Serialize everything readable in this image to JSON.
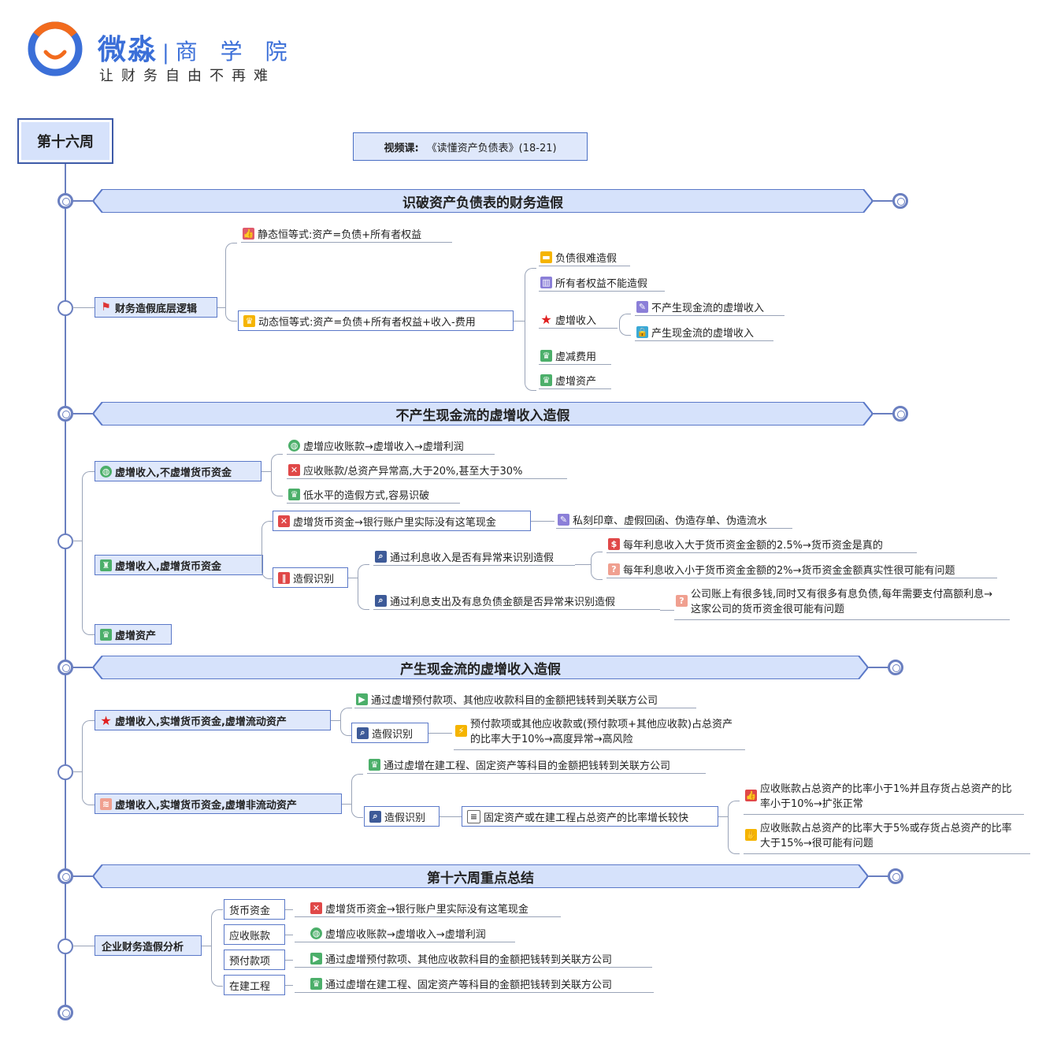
{
  "brand": {
    "name": "微淼",
    "sub": "商 学 院",
    "slogan": "让财务自由不再难",
    "colors": {
      "blue": "#3b6fd8",
      "orange": "#f26b1d"
    }
  },
  "week_title": "第十六周",
  "video": {
    "label": "视频课:",
    "title": "《读懂资产负债表》(18-21)"
  },
  "sections": [
    {
      "title": "识破资产负债表的财务造假"
    },
    {
      "title": "不产生现金流的虚增收入造假"
    },
    {
      "title": "产生现金流的虚增收入造假"
    },
    {
      "title": "第十六周重点总结"
    }
  ],
  "s1": {
    "root": "财务造假底层逻辑",
    "static_eq": "静态恒等式:资产=负债+所有者权益",
    "dynamic_eq": "动态恒等式:资产=负债+所有者权益+收入-费用",
    "liab": "负债很难造假",
    "equity": "所有者权益不能造假",
    "inflate_rev": "虚增收入",
    "no_cash": "不产生现金流的虚增收入",
    "with_cash": "产生现金流的虚增收入",
    "reduce_exp": "虚减费用",
    "inflate_asset": "虚增资产"
  },
  "s2": {
    "a_root": "虚增收入,不虚增货币资金",
    "a1": "虚增应收账款→虚增收入→虚增利润",
    "a2": "应收账款/总资产异常高,大于20%,甚至大于30%",
    "a3": "低水平的造假方式,容易识破",
    "b_root": "虚增收入,虚增货币资金",
    "b1": "虚增货币资金→银行账户里实际没有这笔现金",
    "b1a": "私刻印章、虚假回函、伪造存单、伪造流水",
    "b2": "造假识别",
    "b2a": "通过利息收入是否有异常来识别造假",
    "b2a1": "每年利息收入大于货币资金金额的2.5%→货币资金是真的",
    "b2a2": "每年利息收入小于货币资金金额的2%→货币资金金额真实性很可能有问题",
    "b2b": "通过利息支出及有息负债金额是否异常来识别造假",
    "b2b1": "公司账上有很多钱,同时又有很多有息负债,每年需要支付高额利息→这家公司的货币资金很可能有问题",
    "c_root": "虚增资产"
  },
  "s3": {
    "a_root": "虚增收入,实增货币资金,虚增流动资产",
    "a1": "通过虚增预付款项、其他应收款科目的金额把钱转到关联方公司",
    "a2": "造假识别",
    "a2a": "预付款项或其他应收款或(预付款项+其他应收款)占总资产的比率大于10%→高度异常→高风险",
    "b_root": "虚增收入,实增货币资金,虚增非流动资产",
    "b1": "通过虚增在建工程、固定资产等科目的金额把钱转到关联方公司",
    "b2": "造假识别",
    "b2a": "固定资产或在建工程占总资产的比率增长较快",
    "b2a1": "应收账款占总资产的比率小于1%并且存货占总资产的比率小于10%→扩张正常",
    "b2a2": "应收账款占总资产的比率大于5%或存货占总资产的比率大于15%→很可能有问题"
  },
  "s4": {
    "root": "企业财务造假分析",
    "rows": [
      {
        "k": "货币资金",
        "v": "虚增货币资金→银行账户里实际没有这笔现金"
      },
      {
        "k": "应收账款",
        "v": "虚增应收账款→虚增收入→虚增利润"
      },
      {
        "k": "预付款项",
        "v": "通过虚增预付款项、其他应收款科目的金额把钱转到关联方公司"
      },
      {
        "k": "在建工程",
        "v": "通过虚增在建工程、固定资产等科目的金额把钱转到关联方公司"
      }
    ]
  }
}
